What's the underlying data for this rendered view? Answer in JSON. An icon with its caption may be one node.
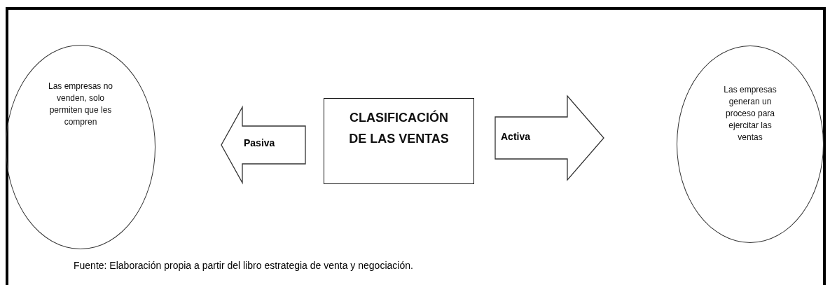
{
  "diagram": {
    "caption": "Fuente: Elaboración propia a partir del libro estrategia de venta y negociación.",
    "nodes": [
      {
        "text": [
          "Las empresas no venden, solo permiten que les compren"
        ]
      },
      {
        "text": [
          "CLASIFICACIÓN DE LAS VENTAS"
        ]
      },
      {
        "text": [
          "Las empresas generan un proceso para ejercitar las ventas"
        ]
      }
    ],
    "edges": [
      {
        "from": 1,
        "to": 0,
        "arrow": "to",
        "label": "Pasiva"
      },
      {
        "from": 1,
        "to": 2,
        "arrow": "to",
        "label": "Activa"
      }
    ]
  }
}
